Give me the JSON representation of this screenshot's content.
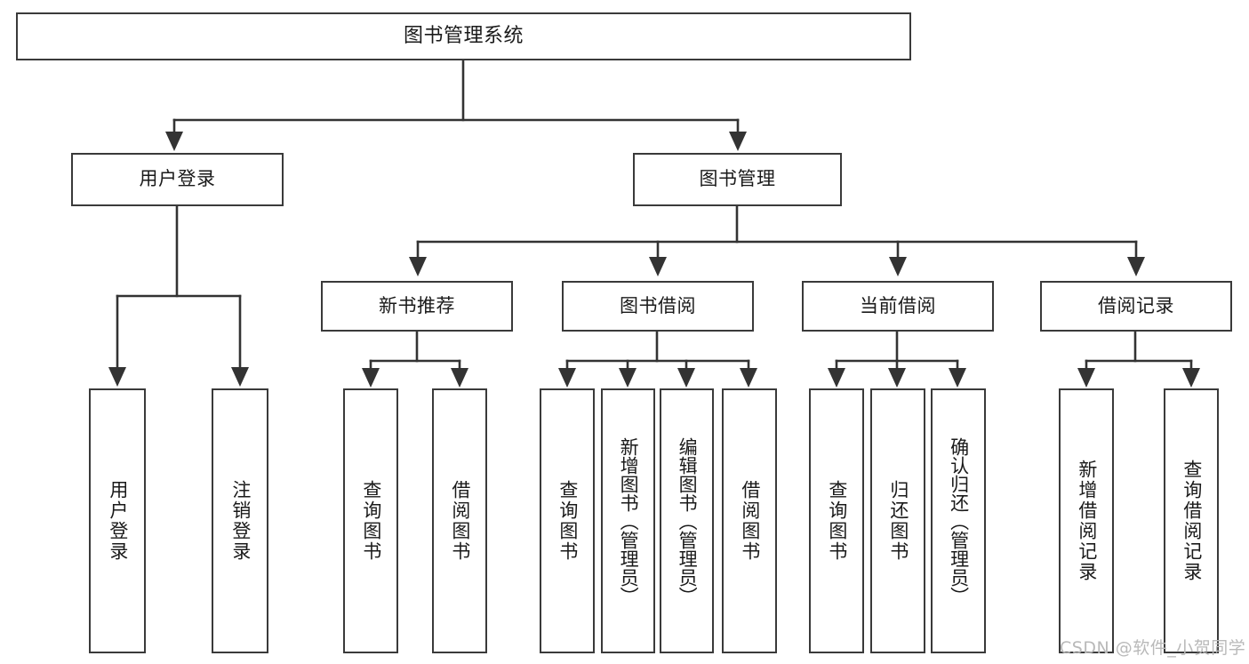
{
  "diagram": {
    "type": "tree",
    "title": "图书管理系统",
    "watermark": "CSDN @软件_小贺同学",
    "colors": {
      "box_border": "#3a3a3a",
      "box_fill": "#ffffff",
      "edge": "#333333",
      "text": "#1a1a1a",
      "watermark": "#b9b9b9",
      "background": "#ffffff"
    },
    "nodes": {
      "root": {
        "label": "图书管理系统"
      },
      "level1": [
        {
          "id": "user-login",
          "label": "用户登录"
        },
        {
          "id": "book-manage",
          "label": "图书管理"
        }
      ],
      "level2": [
        {
          "id": "new-book-recommend",
          "label": "新书推荐"
        },
        {
          "id": "book-borrow",
          "label": "图书借阅"
        },
        {
          "id": "current-borrow",
          "label": "当前借阅"
        },
        {
          "id": "borrow-record",
          "label": "借阅记录"
        }
      ],
      "leaves": {
        "user-login": [
          {
            "id": "leaf-user-login",
            "label": "用户登录"
          },
          {
            "id": "leaf-logout",
            "label": "注销登录"
          }
        ],
        "new-book-recommend": [
          {
            "id": "leaf-query-book-1",
            "label": "查询图书"
          },
          {
            "id": "leaf-borrow-book-1",
            "label": "借阅图书"
          }
        ],
        "book-borrow": [
          {
            "id": "leaf-query-book-2",
            "label": "查询图书"
          },
          {
            "id": "leaf-add-book",
            "label": "新增图书（管理员）"
          },
          {
            "id": "leaf-edit-book",
            "label": "编辑图书（管理员）"
          },
          {
            "id": "leaf-borrow-book-2",
            "label": "借阅图书"
          }
        ],
        "current-borrow": [
          {
            "id": "leaf-query-book-3",
            "label": "查询图书"
          },
          {
            "id": "leaf-return-book",
            "label": "归还图书"
          },
          {
            "id": "leaf-confirm-return",
            "label": "确认归还（管理员）"
          }
        ],
        "borrow-record": [
          {
            "id": "leaf-add-record",
            "label": "新增借阅记录"
          },
          {
            "id": "leaf-query-record",
            "label": "查询借阅记录"
          }
        ]
      }
    }
  }
}
